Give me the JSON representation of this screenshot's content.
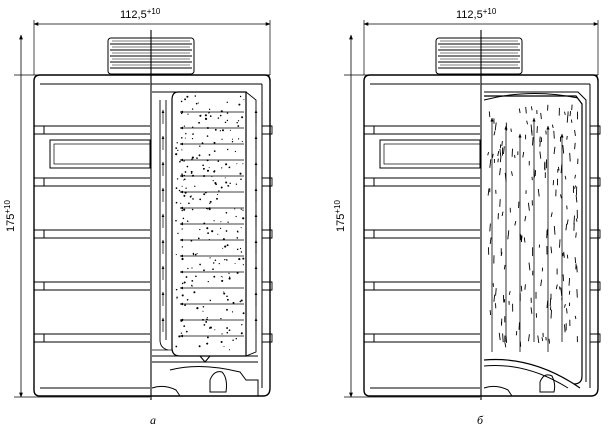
{
  "figures": [
    {
      "id": "a",
      "caption": "а",
      "width_dim": "112,5",
      "width_tol": "+10",
      "height_dim": "175",
      "height_tol": "+10"
    },
    {
      "id": "b",
      "caption": "б",
      "width_dim": "112,5",
      "width_tol": "+10",
      "height_dim": "175",
      "height_tol": "+10"
    }
  ]
}
